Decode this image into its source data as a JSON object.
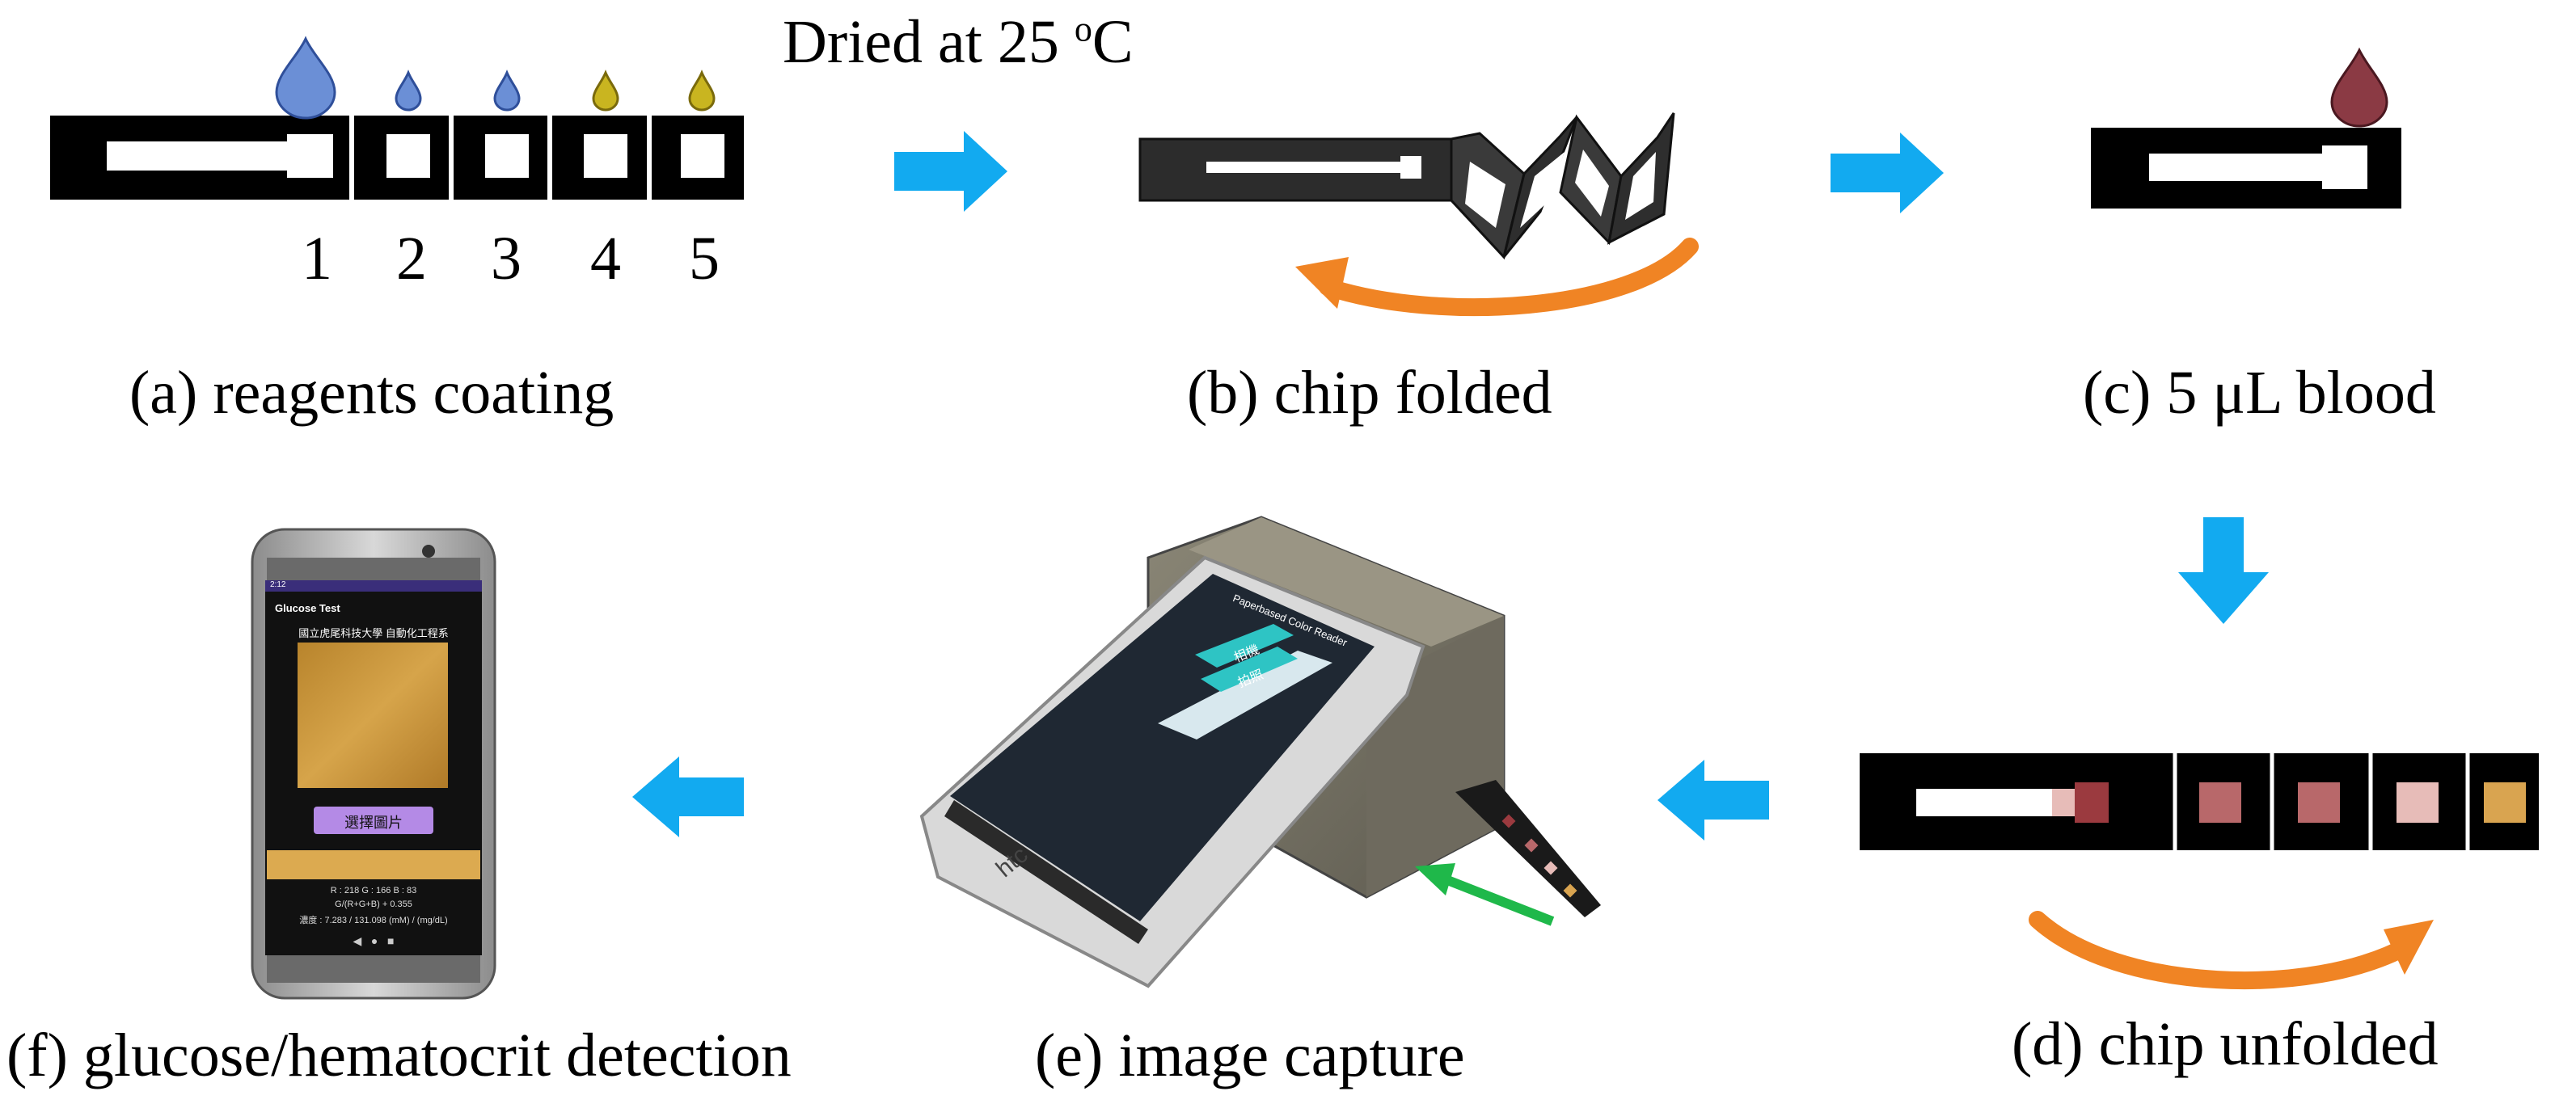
{
  "panels": {
    "a": {
      "caption": "(a) reagents coating",
      "pad_numbers": [
        "1",
        "2",
        "3",
        "4",
        "5"
      ]
    },
    "dried_label": {
      "text": "Dried at 25 ",
      "superscript": "o",
      "unit": "C"
    },
    "b": {
      "caption": "(b) chip folded"
    },
    "c": {
      "caption": "(c) 5 μL blood"
    },
    "d": {
      "caption": "(d) chip unfolded"
    },
    "e": {
      "caption": "(e) image capture",
      "device_brand": "htc",
      "app_title": "Paperbased Color Reader",
      "app_buttons": [
        "相機",
        "拍照"
      ]
    },
    "f": {
      "caption": "(f) glucose/hematocrit detection",
      "status_time": "2:12",
      "app_title": "Glucose Test",
      "institution": "國立虎尾科技大學 自動化工程系",
      "select_button": "選擇圖片",
      "rgb_line": "R : 218  G : 166  B : 83",
      "formula_line": "G/(R+G+B) + 0.355",
      "result_line": "濃度 : 7.283 / 131.098  (mM) / (mg/dL)"
    }
  },
  "colors": {
    "arrow_blue": "#12aaf0",
    "arrow_orange": "#f08424",
    "arrow_green": "#1fb84a",
    "drop_blue": "#6b8fd6",
    "drop_yellow": "#c9b520",
    "drop_blood": "#8b3a44",
    "pad_blood": "#9b3a3f",
    "pad_pink": "#b8686a",
    "pad_light_pink": "#e7bcb8",
    "pad_yellow": "#d9a450",
    "phone_measured": "#dcaa50"
  }
}
